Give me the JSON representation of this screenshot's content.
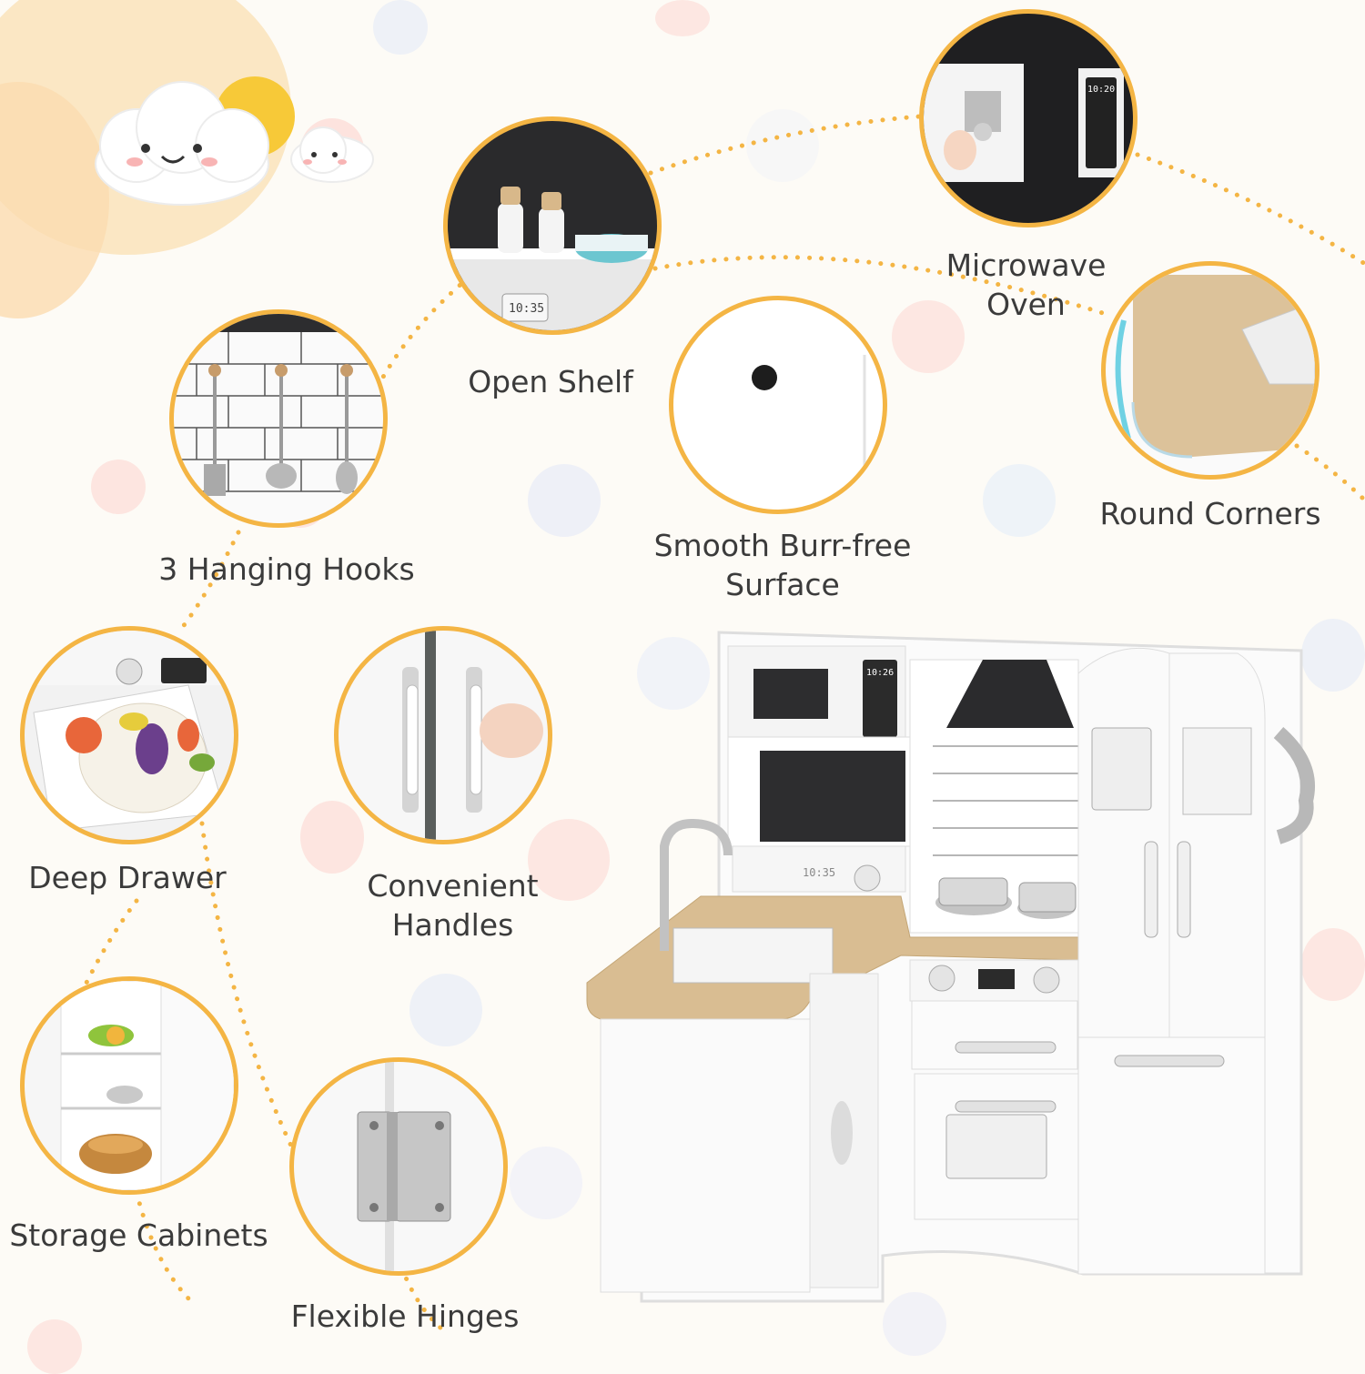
{
  "features": {
    "hanging_hooks": {
      "label": "3 Hanging Hooks"
    },
    "open_shelf": {
      "label": "Open Shelf",
      "display_time": "10:35"
    },
    "microwave": {
      "label_line1": "Microwave",
      "label_line2": "Oven",
      "display_time": "10:20"
    },
    "smooth_surface": {
      "label_line1": "Smooth Burr-free",
      "label_line2": "Surface"
    },
    "round_corners": {
      "label": "Round Corners"
    },
    "deep_drawer": {
      "label": "Deep Drawer"
    },
    "handles": {
      "label_line1": "Convenient",
      "label_line2": "Handles"
    },
    "storage_cabinets": {
      "label": "Storage Cabinets"
    },
    "hinges": {
      "label": "Flexible Hinges"
    }
  },
  "kitchen": {
    "microwave_time": "10:26",
    "oven_time": "10:35"
  },
  "colors": {
    "accent": "#f4b544",
    "text": "#3b3b3b",
    "background": "#fdfbf6",
    "wood": "#d9bd92",
    "panel": "#2d2d2f"
  }
}
